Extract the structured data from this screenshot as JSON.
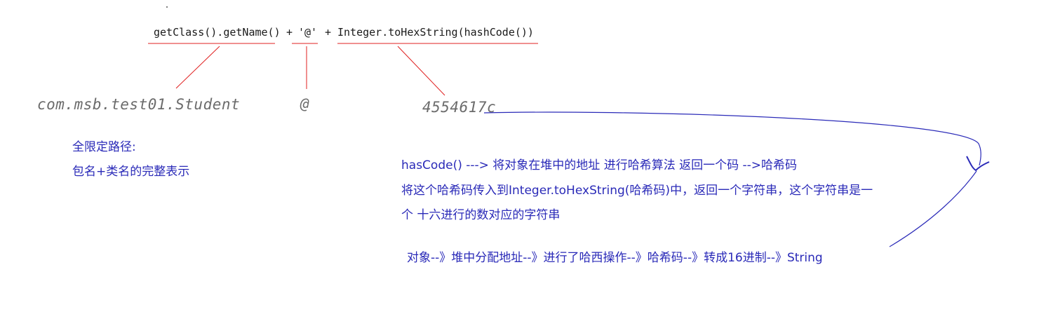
{
  "expression": {
    "part1": "getClass().getName()",
    "plus1": "+",
    "part2": "'@'",
    "plus2": "+",
    "part3": "Integer.toHexString(hashCode())"
  },
  "results": {
    "class_name": "com.msb.test01.Student",
    "at": "@",
    "hex": "4554617c"
  },
  "notes": {
    "fq_title": "全限定路径:",
    "fq_desc": "包名+类名的完整表示",
    "hash_line1": "hasCode() ---> 将对象在堆中的地址 进行哈希算法  返回一个码 -->哈希码",
    "hash_line2": "将这个哈希码传入到Integer.toHexString(哈希码)中，返回一个字符串，这个字符串是一",
    "hash_line3": "个 十六进行的数对应的字符串",
    "flow": "对象--》堆中分配地址--》进行了哈西操作--》哈希码--》转成16进制--》String"
  },
  "colors": {
    "underline": "#e02020",
    "connector": "#e02020",
    "ink": "#2a2ab8",
    "result_text": "#6b6b6b"
  }
}
